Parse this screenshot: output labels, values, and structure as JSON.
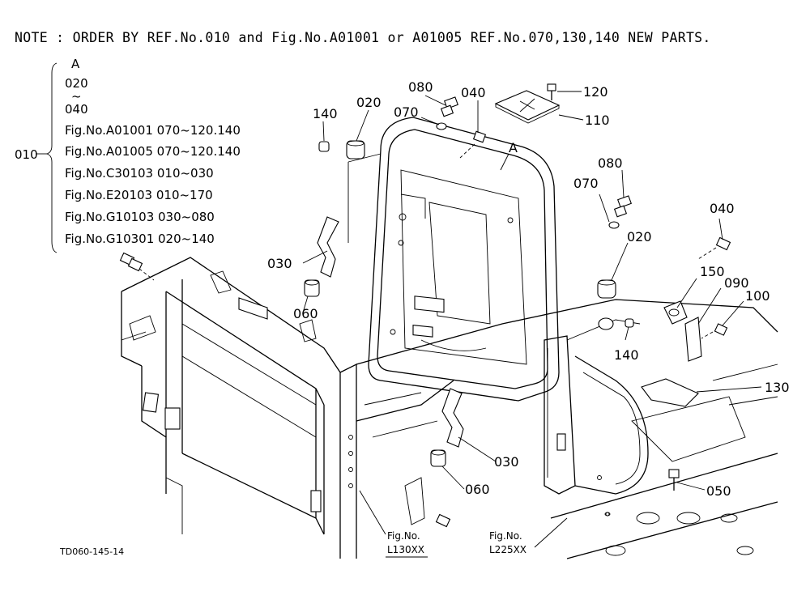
{
  "note": "NOTE : ORDER BY REF.No.010 and Fig.No.A01001 or A01005 REF.No.070,130,140 NEW PARTS.",
  "bracket": {
    "ref": "010",
    "lines": [
      "A",
      "020",
      "~",
      "040",
      "Fig.No.A01001  070~120.140",
      "Fig.No.A01005  070~120.140",
      "Fig.No.C30103  010~030",
      "Fig.No.E20103  010~170",
      "Fig.No.G10103  030~080",
      "Fig.No.G10301  020~140"
    ]
  },
  "callouts": {
    "c080a": "080",
    "c040a": "040",
    "c120": "120",
    "c110": "110",
    "c140a": "140",
    "c020a": "020",
    "c070a": "070",
    "cA": "A",
    "c080b": "080",
    "c070b": "070",
    "c040b": "040",
    "c020b": "020",
    "c150": "150",
    "c090": "090",
    "c100": "100",
    "c030a": "030",
    "c060a": "060",
    "c140b": "140",
    "c130": "130",
    "c030b": "030",
    "c060b": "060",
    "c050": "050"
  },
  "figrefs": {
    "left_label": "Fig.No.",
    "left_code": "L130XX",
    "right_label": "Fig.No.",
    "right_code": "L225XX"
  },
  "drawing_code": "TD060-145-14"
}
